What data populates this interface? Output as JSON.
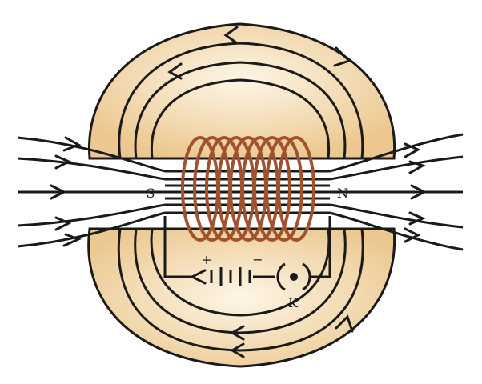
{
  "labels": {
    "pole_south": "S",
    "pole_north": "N",
    "battery_positive": "+",
    "battery_negative": "−",
    "key": "K"
  },
  "colors": {
    "field_fill_light": "#fbf1dc",
    "field_fill_dark": "#ecc890",
    "field_lines": "#1a1a1a",
    "coil": "#a0522d",
    "circuit_wire": "#1a1a1a"
  },
  "coil_turns": 9
}
